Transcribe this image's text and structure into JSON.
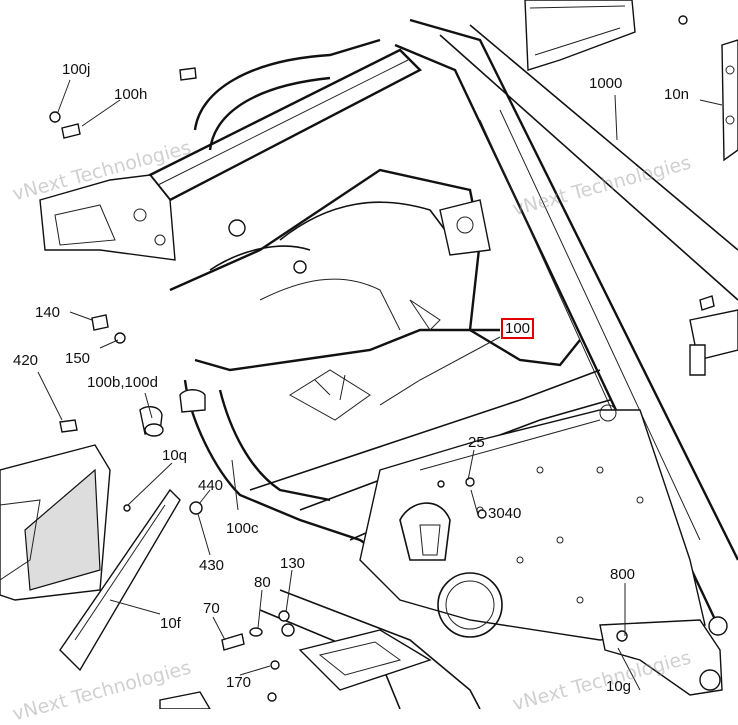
{
  "diagram": {
    "labels": [
      {
        "id": "100j",
        "text": "100j"
      },
      {
        "id": "100h",
        "text": "100h"
      },
      {
        "id": "1000",
        "text": "1000"
      },
      {
        "id": "10n",
        "text": "10n"
      },
      {
        "id": "140",
        "text": "140"
      },
      {
        "id": "150",
        "text": "150"
      },
      {
        "id": "420",
        "text": "420"
      },
      {
        "id": "100b",
        "text": "100b,100d"
      },
      {
        "id": "10q",
        "text": "10q"
      },
      {
        "id": "440",
        "text": "440"
      },
      {
        "id": "100c",
        "text": "100c"
      },
      {
        "id": "430",
        "text": "430"
      },
      {
        "id": "100",
        "text": "100"
      },
      {
        "id": "25",
        "text": "25"
      },
      {
        "id": "3040",
        "text": "3040"
      },
      {
        "id": "130",
        "text": "130"
      },
      {
        "id": "80",
        "text": "80"
      },
      {
        "id": "70",
        "text": "70"
      },
      {
        "id": "10f",
        "text": "10f"
      },
      {
        "id": "170",
        "text": "170"
      },
      {
        "id": "800",
        "text": "800"
      },
      {
        "id": "10g",
        "text": "10g"
      }
    ],
    "highlighted_label": "100",
    "highlight_color": "#e00000",
    "watermark": "vNext Technologies"
  }
}
